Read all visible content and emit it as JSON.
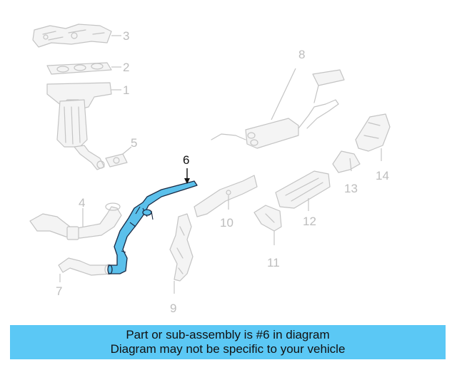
{
  "diagram": {
    "callouts": {
      "c1": "1",
      "c2": "2",
      "c3": "3",
      "c4": "4",
      "c5": "5",
      "c6": "6",
      "c7": "7",
      "c8": "8",
      "c9": "9",
      "c10": "10",
      "c11": "11",
      "c12": "12",
      "c13": "13",
      "c14": "14"
    },
    "highlighted_part": "6",
    "colors": {
      "highlight": "#5bc0eb",
      "ghost": "#c4c4c4",
      "banner": "#5bc8f5"
    }
  },
  "caption": {
    "line1": "Part or sub-assembly is #6 in diagram",
    "line2": "Diagram may not be specific to your vehicle"
  }
}
